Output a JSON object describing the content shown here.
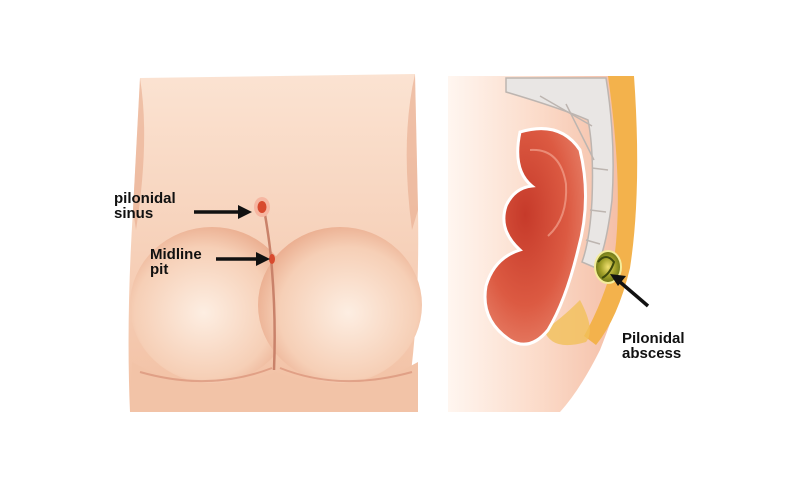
{
  "labels": {
    "pilonidal_sinus": [
      "pilonidal",
      "sinus"
    ],
    "midline_pit": [
      "Midline",
      "pit"
    ],
    "pilonidal_abscess": [
      "Pilonidal",
      "abscess"
    ]
  },
  "colors": {
    "skin_light": "#fbe4d4",
    "skin_mid": "#f3c3a6",
    "skin_shadow": "#e2a184",
    "rectum": "#d9533c",
    "rectum_outline": "#ffffff",
    "fat": "#f3b24c",
    "bone": "#e9e6e4",
    "abscess_green": "#7a8a1c",
    "lesion_red": "#d84a2e",
    "arrow": "#111111"
  }
}
